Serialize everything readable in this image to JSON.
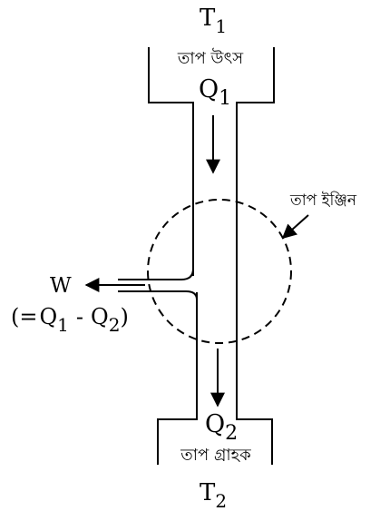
{
  "source": {
    "temp_symbol": "T",
    "temp_sub": "1",
    "label": "তাপ উৎস",
    "heat_symbol": "Q",
    "heat_sub": "1"
  },
  "engine": {
    "label": "তাপ ইঞ্জিন"
  },
  "work": {
    "symbol": "W",
    "eq_open": "(=",
    "q1_symbol": "Q",
    "q1_sub": "1",
    "minus": "-",
    "q2_symbol": "Q",
    "q2_sub": "2",
    "eq_close": ")"
  },
  "sink": {
    "heat_symbol": "Q",
    "heat_sub": "2",
    "label": "তাপ গ্রাহক",
    "temp_symbol": "T",
    "temp_sub": "2"
  }
}
